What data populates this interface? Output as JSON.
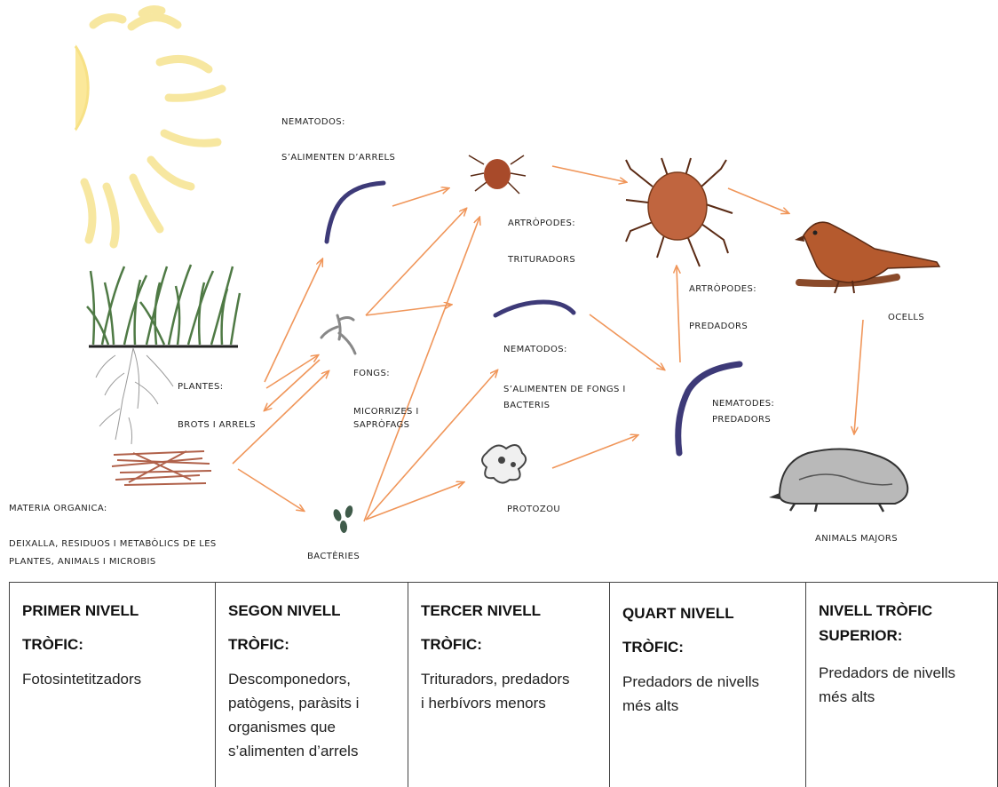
{
  "labels": {
    "nematodes_roots_title": "NEMATODOS:",
    "nematodes_roots_desc": "S’ALIMENTEN D’ARRELS",
    "plants_title": "PLANTES:",
    "plants_desc": "BROTS I ARRELS",
    "fungi_title": "FONGS:",
    "fungi_desc_1": "MICORRIZES I",
    "fungi_desc_2": "SAPRÒFAGS",
    "bacteria": "BACTÈRIES",
    "organic_title": "MATERIA ORGANICA:",
    "organic_desc_1": "DEIXALLA, RESIDUOS I METABÒLICS DE LES",
    "organic_desc_2": "PLANTES, ANIMALS I MICROBIS",
    "arthropods_shred_title": "ARTRÒPODES:",
    "arthropods_shred_desc": "TRITURADORS",
    "nematodes_fungi_title": "NEMATODOS:",
    "nematodes_fungi_desc_1": "S’ALIMENTEN DE FONGS I",
    "nematodes_fungi_desc_2": "BACTERIS",
    "protozoa": "PROTOZOU",
    "arthropods_pred_title": "ARTRÒPODES:",
    "arthropods_pred_desc": "PREDADORS",
    "nematodes_pred_title": "NEMATODES:",
    "nematodes_pred_desc": "PREDADORS",
    "birds": "OCELLS",
    "large_animals": "ANIMALS MAJORS"
  },
  "levels": [
    {
      "heading_1": "PRIMER NIVELL",
      "heading_2": "TRÒFIC:",
      "desc": "Fotosintetitzadors"
    },
    {
      "heading_1": "SEGON NIVELL",
      "heading_2": "TRÒFIC:",
      "desc": "Descomponedors, patògens, paràsits i organismes que s’alimenten d’arrels"
    },
    {
      "heading_1": "TERCER NIVELL",
      "heading_2": "TRÒFIC:",
      "desc": "Trituradors, predadors i herbívors menors"
    },
    {
      "heading_1": "QUART NIVELL",
      "heading_2": "TRÒFIC:",
      "desc": "Predadors de nivells més alts"
    },
    {
      "heading_1": "NIVELL  TRÒFIC",
      "heading_2": "SUPERIOR:",
      "desc": "Predadors de nivells més alts"
    }
  ],
  "colors": {
    "arrow": "#f0965a",
    "sun": "#fbe89a",
    "worm": "#3d3a78",
    "mite": "#c0653f",
    "bird": "#b55a2e",
    "grass": "#4f7a45",
    "organic": "#b0614a"
  }
}
